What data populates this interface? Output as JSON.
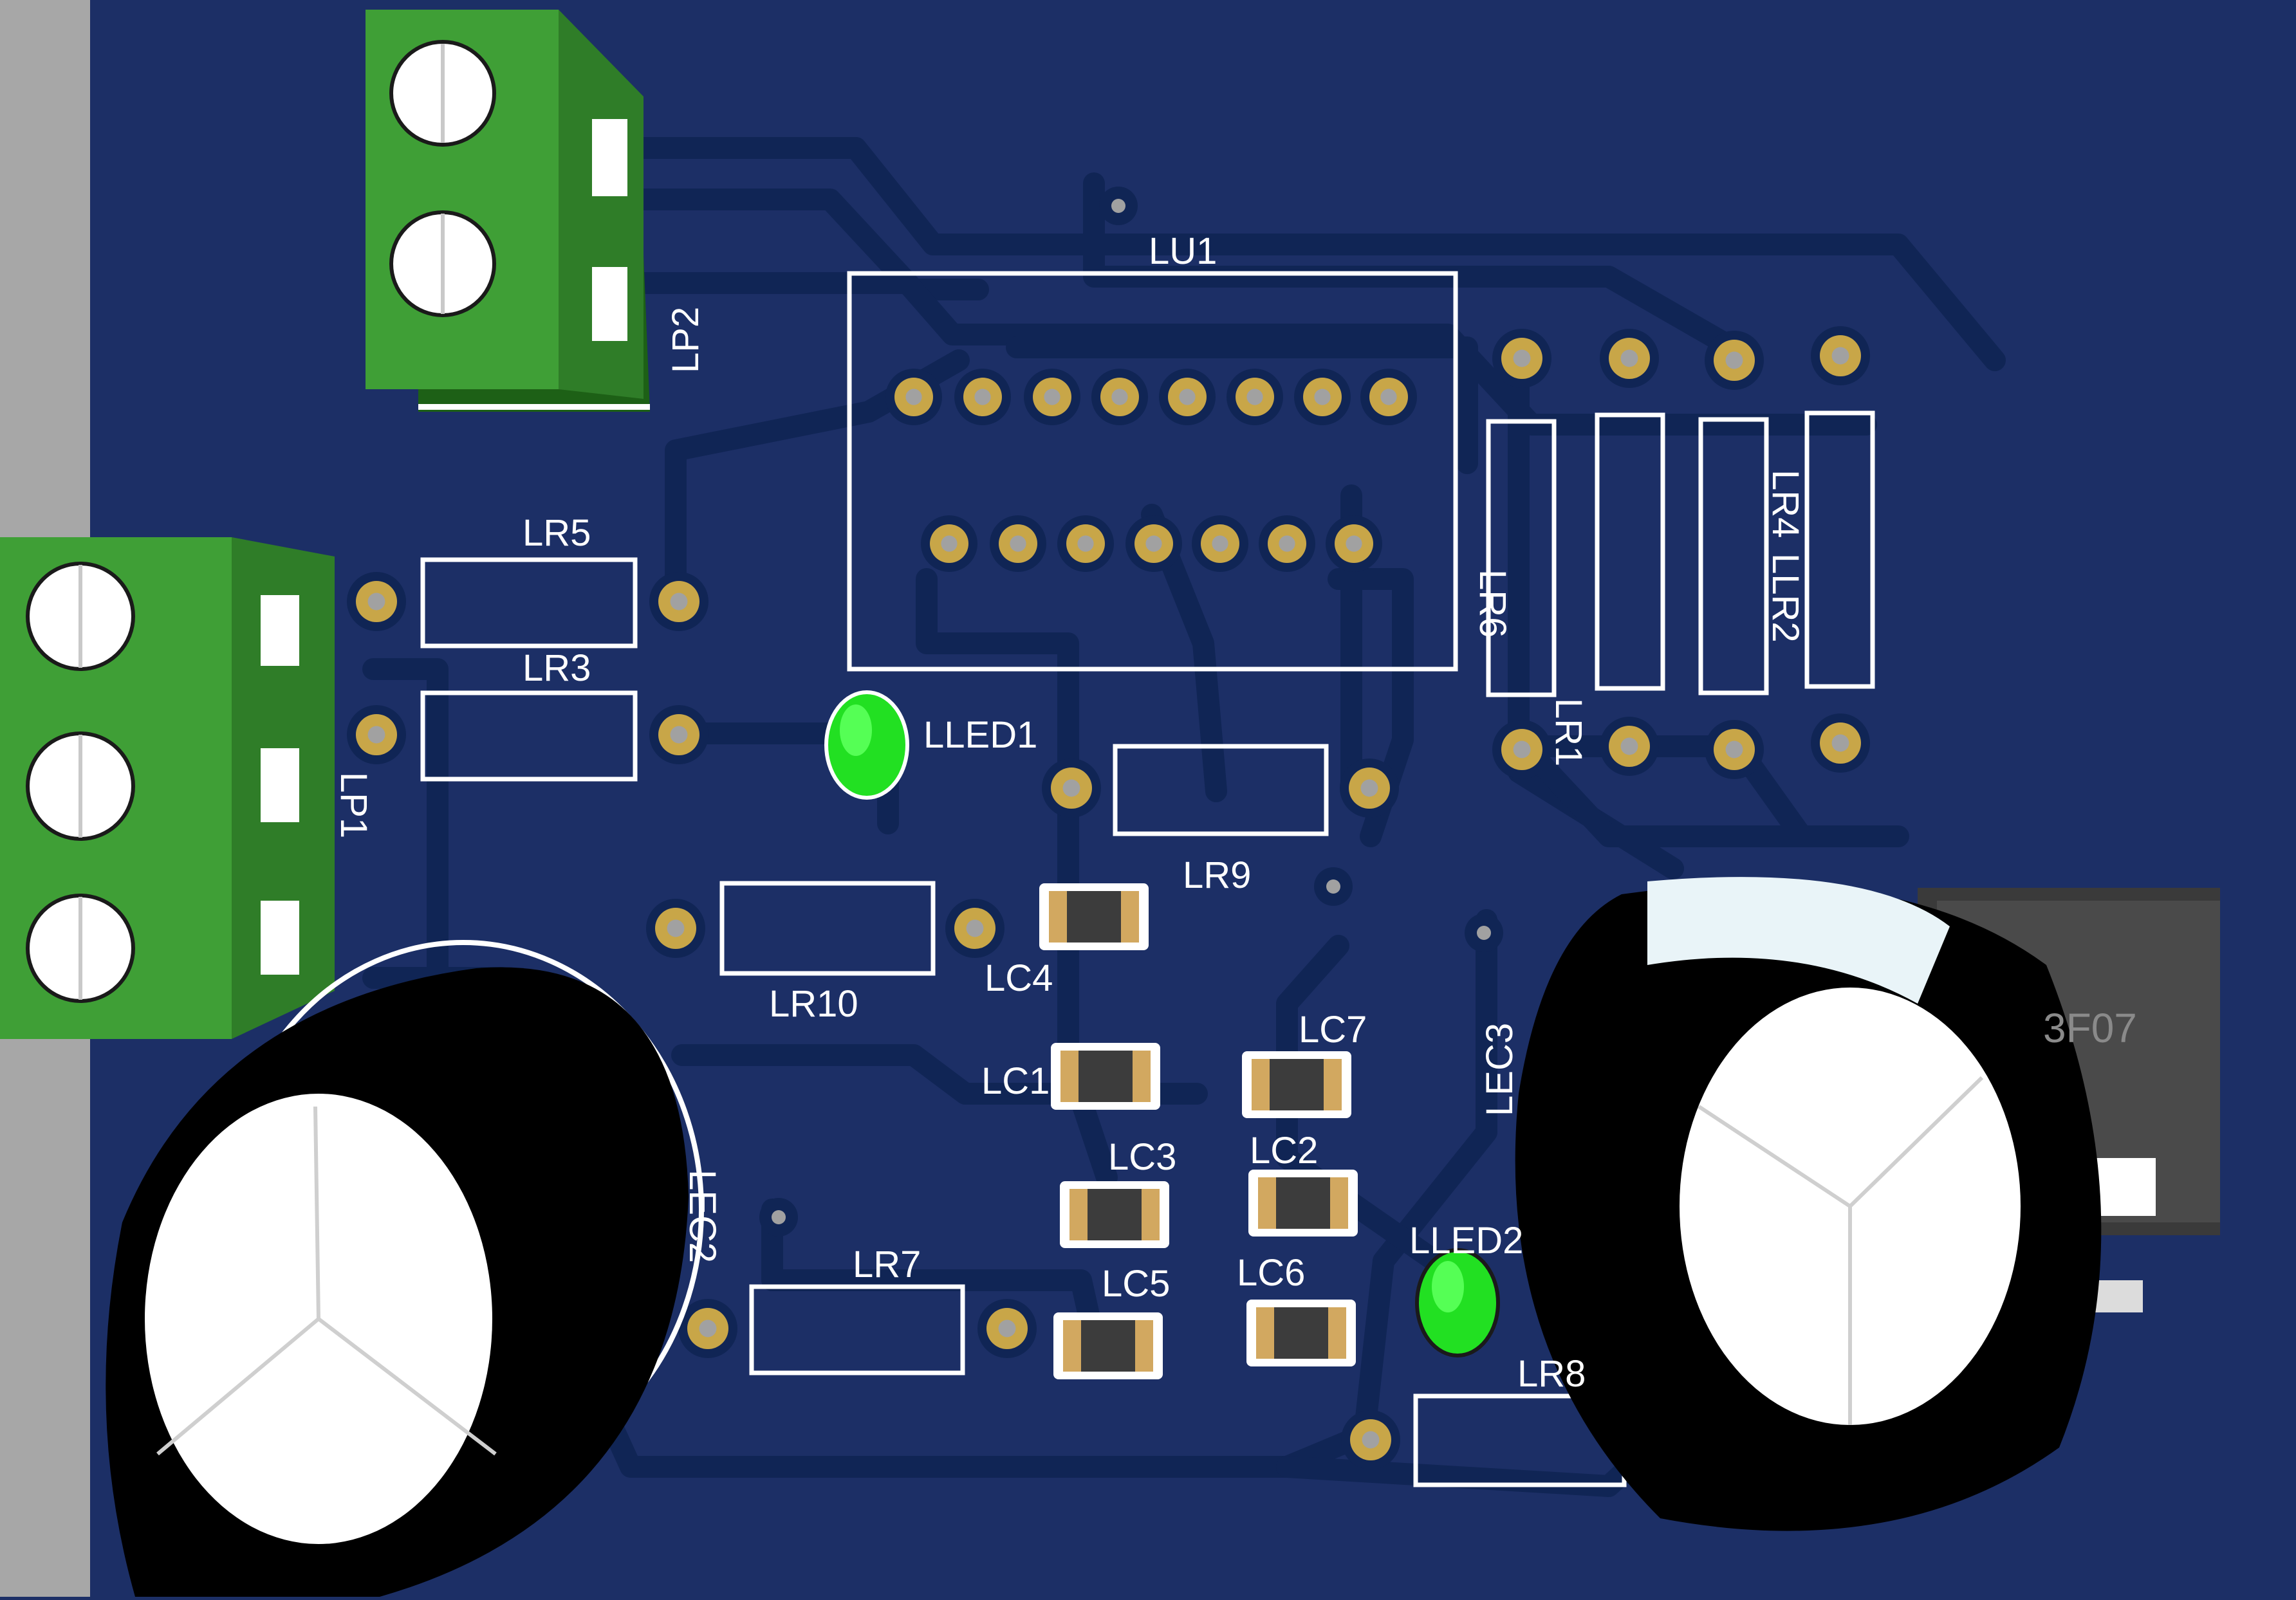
{
  "board": {
    "colors": {
      "substrate": "#1c2f66",
      "trace": "#102555",
      "silkscreen": "#ffffff",
      "pad": "#c8a648",
      "drill": "#a1a1a1",
      "terminal_block": "#3f9f36",
      "led": "#22e022",
      "capacitor_body": "#000000",
      "capacitor_top": "#ffffff",
      "smd_cap": "#3c3c3c",
      "smd_end": "#d2a860",
      "regulator": "#4a4a4a",
      "frame": "#a7a7a7"
    }
  },
  "labels": {
    "LU1": "LU1",
    "LP2": "LP2",
    "LP1": "LP1",
    "LR5": "LR5",
    "LR3": "LR3",
    "LLED1": "LLED1",
    "LR9": "LR9",
    "LR10": "LR10",
    "LC4": "LC4",
    "LC1": "LC1",
    "LC3": "LC3",
    "LC5": "LC5",
    "LC7": "LC7",
    "LC2": "LC2",
    "LC6": "LC6",
    "LR7": "LR7",
    "LEC2": "LEC2",
    "LEC3": "LEC3",
    "LLED2": "LLED2",
    "LR8": "LR8",
    "LR6": "LR6",
    "LR1": "LR1",
    "LR4": "LR4",
    "LLR2": "LLR2",
    "regulator_marking": "3F07"
  }
}
